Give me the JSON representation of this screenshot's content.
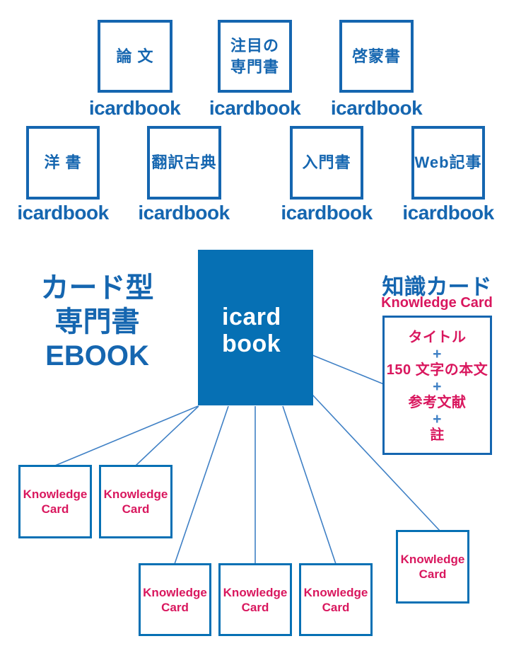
{
  "colors": {
    "blue": "#1566b0",
    "blue_fill": "#0670b4",
    "red": "#d9175e",
    "line": "#3f80c5"
  },
  "sources": {
    "caption": "icardbook",
    "items": [
      {
        "label": "論 文"
      },
      {
        "label": "注目の\n専門書"
      },
      {
        "label": "啓蒙書"
      },
      {
        "label": "洋 書"
      },
      {
        "label": "翻訳古典"
      },
      {
        "label": "入門書"
      },
      {
        "label": "Web記事"
      }
    ]
  },
  "center": {
    "label": "icard\nbook"
  },
  "left_headline": {
    "text": "カード型\n専門書\nEBOOK"
  },
  "knowledge": {
    "heading_jp": "知識カード",
    "heading_en": "Knowledge Card",
    "structure_items": [
      "タイトル",
      "+",
      "150 文字の本文",
      "+",
      "参考文献",
      "+",
      "註"
    ],
    "card_label": "Knowledge\nCard"
  }
}
